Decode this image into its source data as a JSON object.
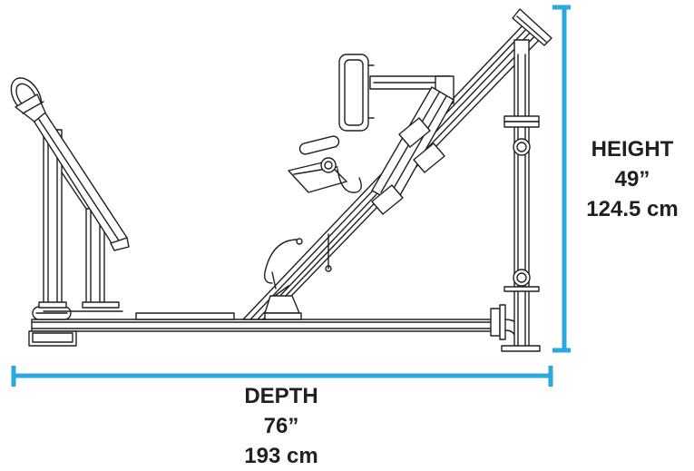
{
  "colors": {
    "dimension_line": "#29a9df",
    "drawing_line": "#231f20",
    "background": "#ffffff",
    "label_text": "#231f20"
  },
  "height_dimension": {
    "label": "HEIGHT",
    "imperial": "49”",
    "metric": "124.5 cm"
  },
  "depth_dimension": {
    "label": "DEPTH",
    "imperial": "76”",
    "metric": "193 cm"
  }
}
